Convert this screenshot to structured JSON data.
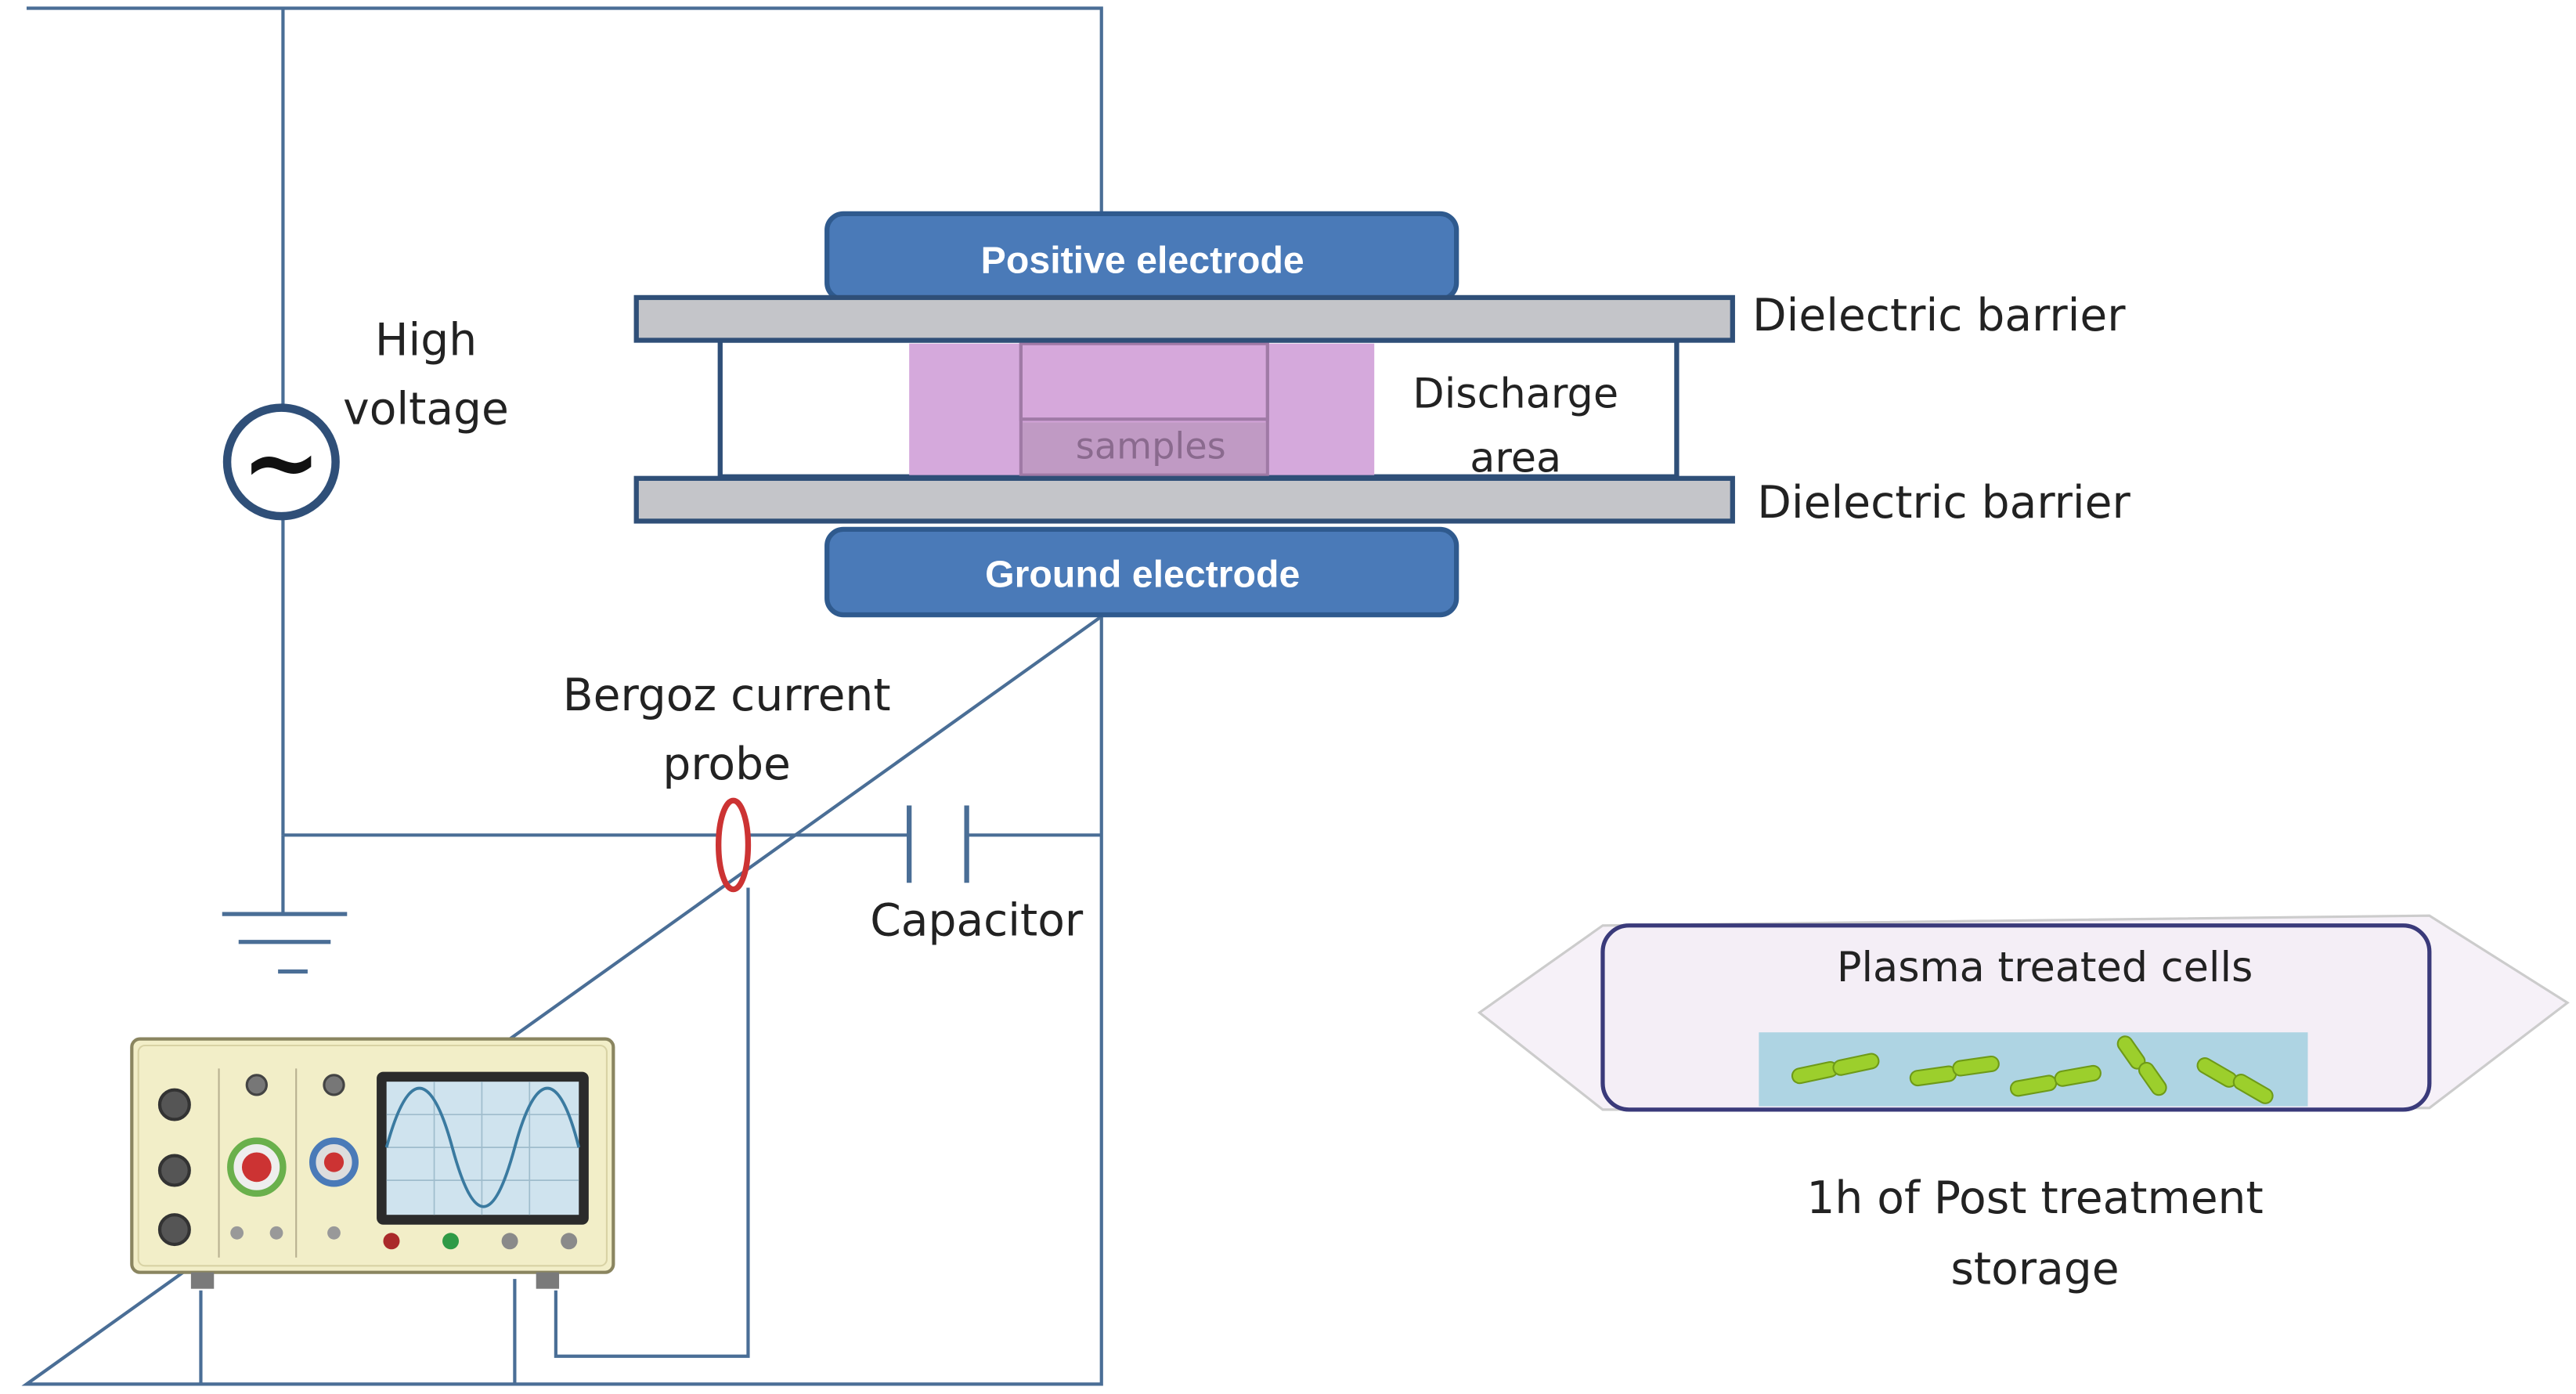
{
  "labels": {
    "high_voltage_line1": "High",
    "high_voltage_line2": "voltage",
    "positive_electrode": "Positive electrode",
    "ground_electrode": "Ground electrode",
    "dielectric_top": "Dielectric barrier",
    "dielectric_bottom": "Dielectric barrier",
    "discharge_line1": "Discharge",
    "discharge_line2": "area",
    "samples": "samples",
    "probe_line1": "Bergoz current",
    "probe_line2": "probe",
    "capacitor": "Capacitor",
    "cells": "Plasma treated cells",
    "storage_line1": "1h of Post treatment",
    "storage_line2": "storage",
    "ac_symbol": "~"
  },
  "colors": {
    "wire": "#4a6e96",
    "electrode_fill": "#4a7ab8",
    "electrode_stroke": "#2f5a8e",
    "dielectric_fill": "#c4c5c9",
    "dielectric_stroke": "#2f4f78",
    "plasma": "#d5a9dc",
    "sample_fill": "#d2a2d7",
    "sample_bar": "#c09ac4",
    "probe": "#cc3333",
    "bag_fill": "#f4eef6",
    "bag_stroke": "#3a3a7a",
    "liquid": "#aed4e3",
    "bacteria": "#9ccf2c",
    "scope_body": "#f2eec8",
    "scope_screen": "#cfe3ee"
  },
  "icons": {
    "ac_source": "ac-source-icon",
    "ground": "ground-symbol-icon",
    "oscilloscope": "oscilloscope-icon",
    "capacitor": "capacitor-icon",
    "probe": "current-probe-icon",
    "bacteria": "bacteria-icon"
  }
}
